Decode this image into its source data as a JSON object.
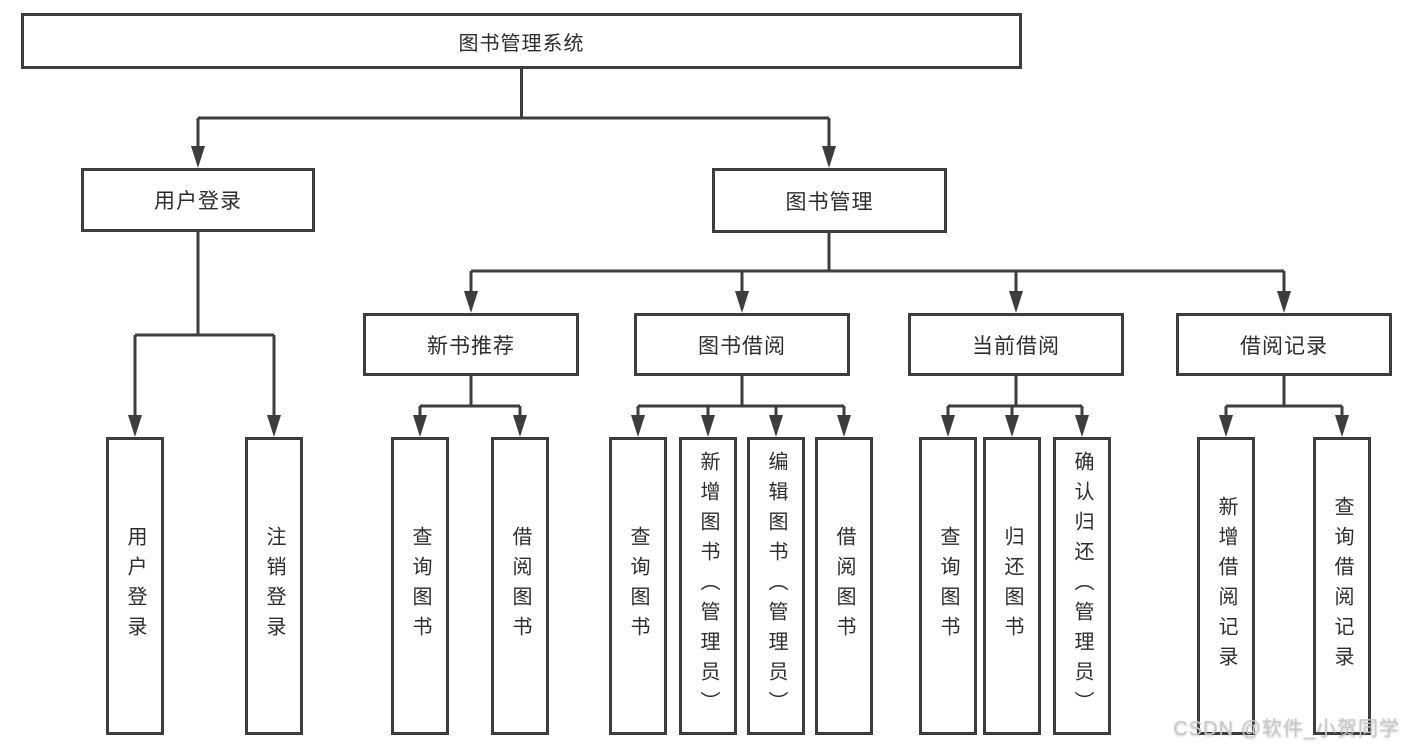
{
  "colors": {
    "line": "#3d3d3d",
    "text": "#2d2d2d",
    "background": "#ffffff",
    "watermark": "#c9c9c9"
  },
  "watermark": {
    "text": "CSDN @软件_小贺同学"
  },
  "diagram": {
    "type": "hierarchy-tree",
    "root": {
      "label": "图书管理系统"
    },
    "branches": [
      {
        "label": "用户登录",
        "children": [
          {
            "label": "用户登录"
          },
          {
            "label": "注销登录"
          }
        ]
      },
      {
        "label": "图书管理",
        "children": [
          {
            "label": "新书推荐",
            "children": [
              {
                "label": "查询图书"
              },
              {
                "label": "借阅图书"
              }
            ]
          },
          {
            "label": "图书借阅",
            "children": [
              {
                "label": "查询图书"
              },
              {
                "label": "新增图书（管理员）"
              },
              {
                "label": "编辑图书（管理员）"
              },
              {
                "label": "借阅图书"
              }
            ]
          },
          {
            "label": "当前借阅",
            "children": [
              {
                "label": "查询图书"
              },
              {
                "label": "归还图书"
              },
              {
                "label": "确认归还（管理员）"
              }
            ]
          },
          {
            "label": "借阅记录",
            "children": [
              {
                "label": "新增借阅记录"
              },
              {
                "label": "查询借阅记录"
              }
            ]
          }
        ]
      }
    ]
  }
}
